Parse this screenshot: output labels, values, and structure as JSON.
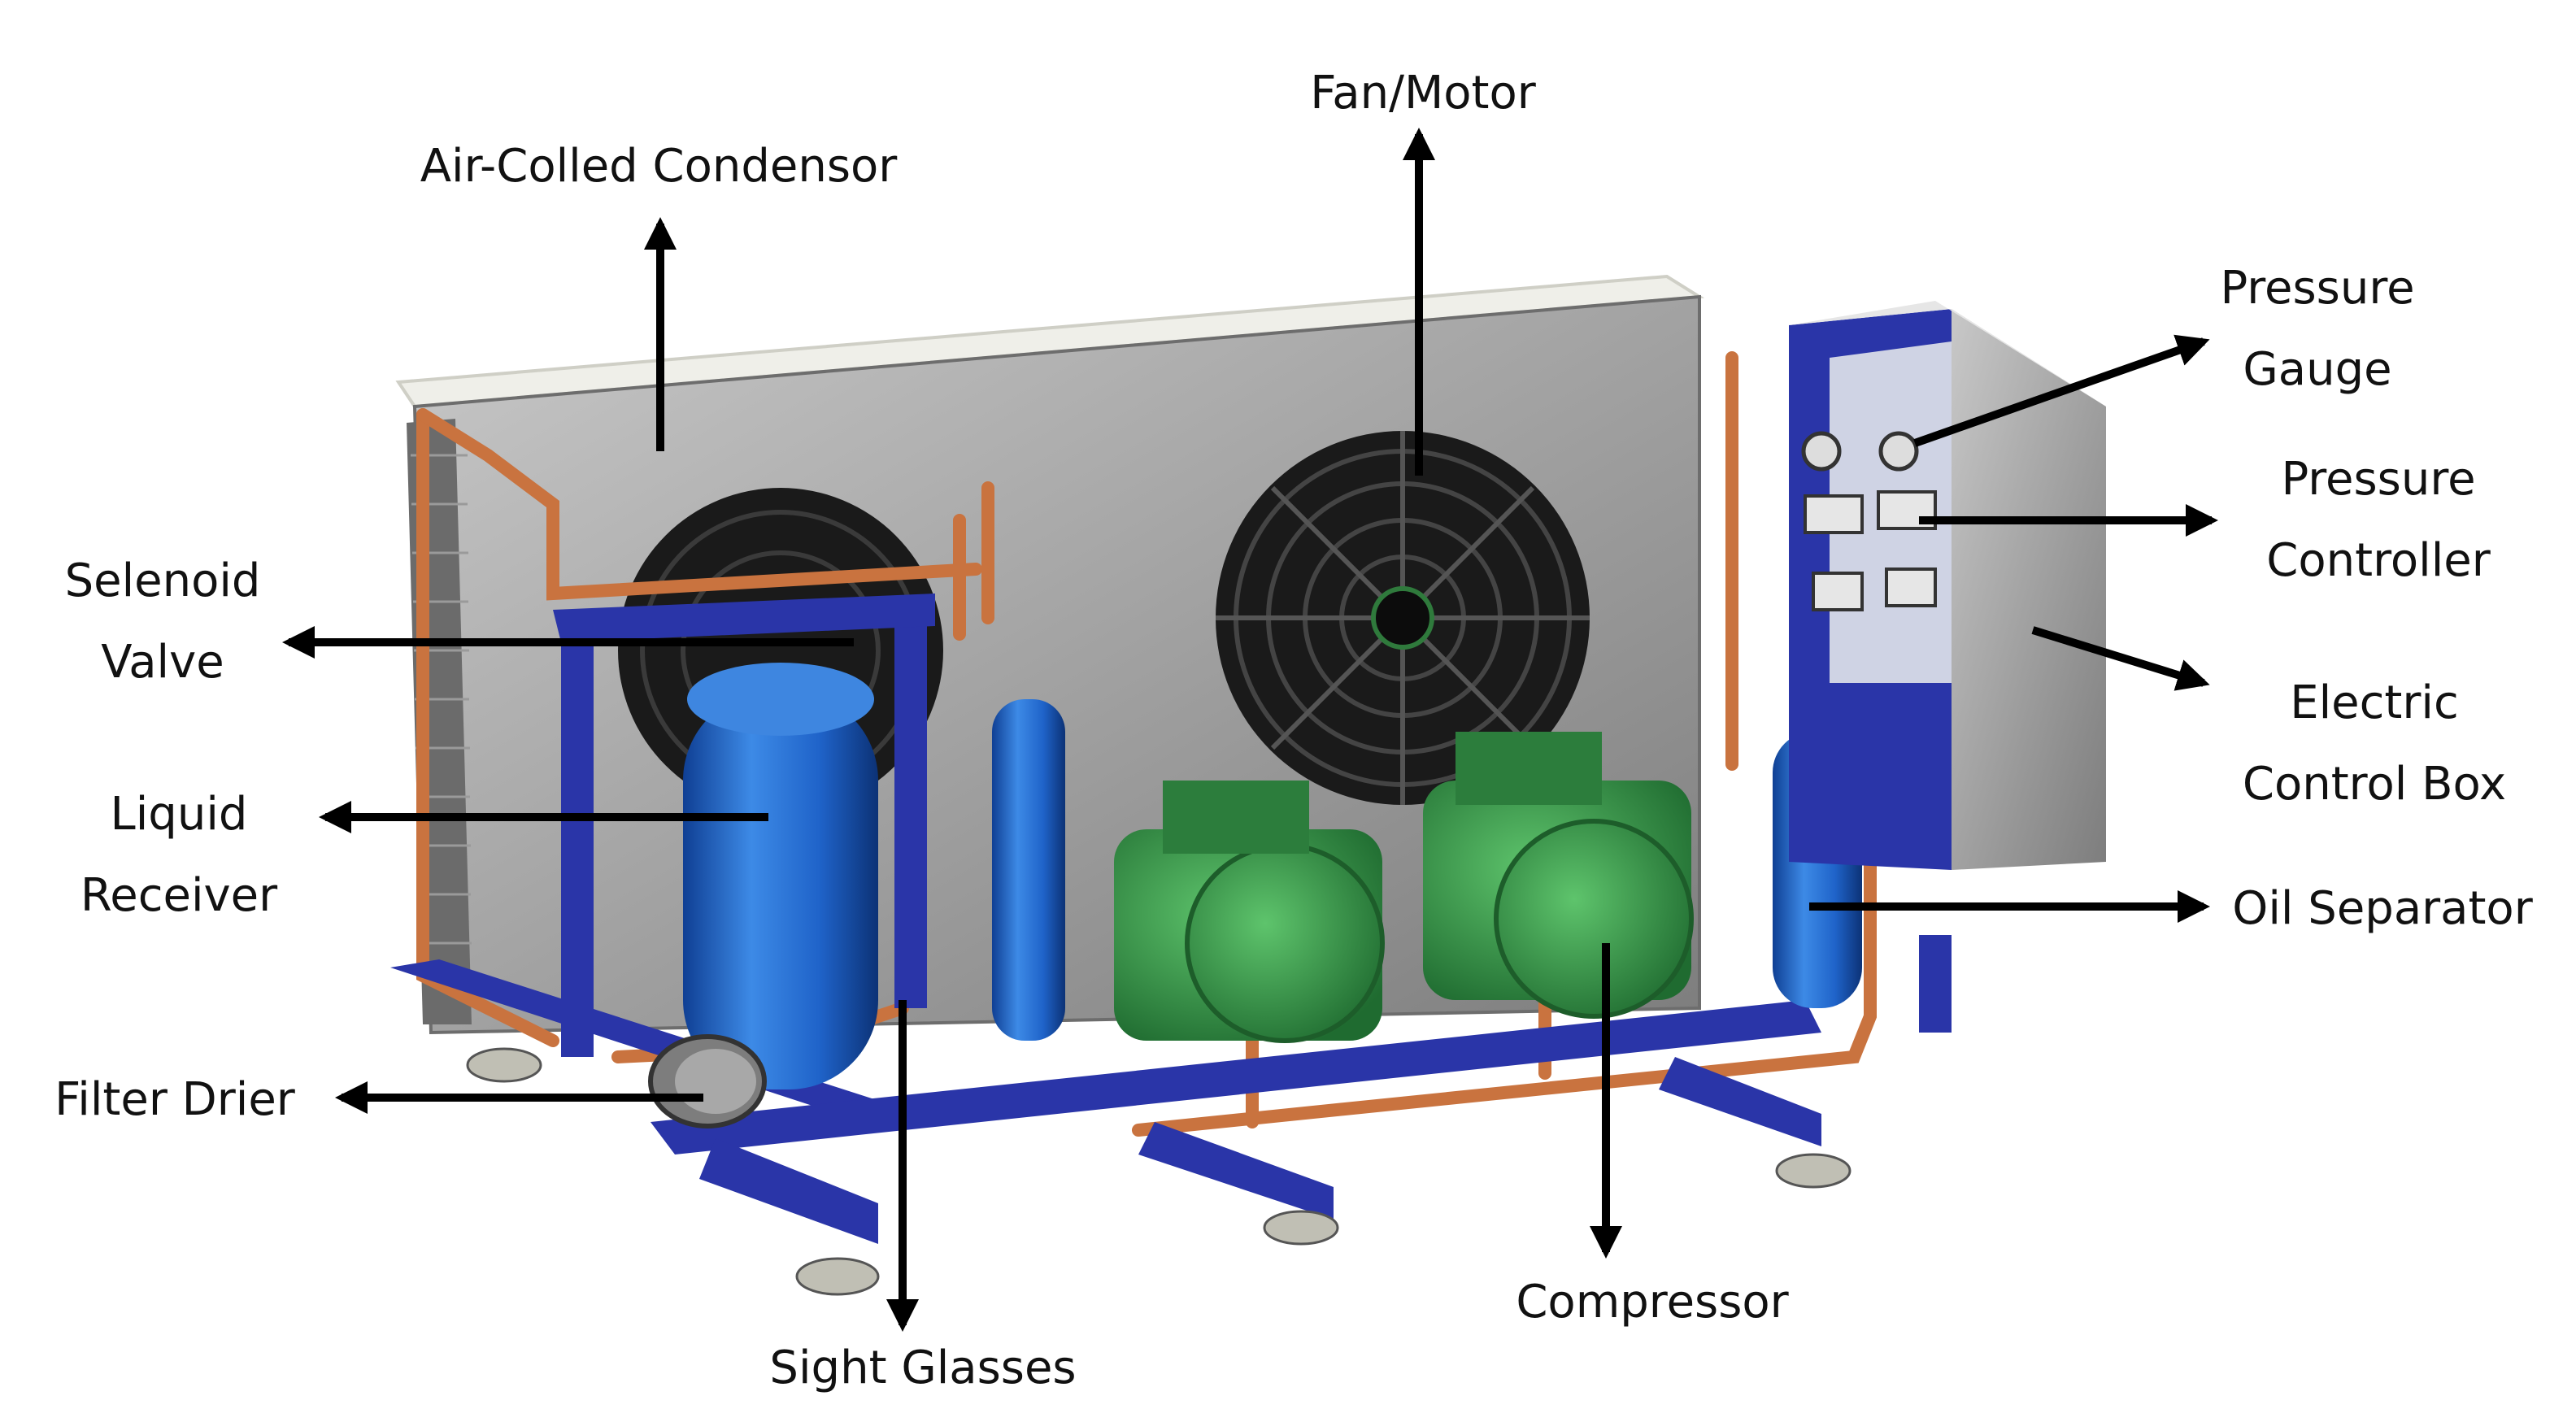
{
  "labels": {
    "condenser": "Air-Colled Condensor",
    "fan_motor": "Fan/Motor",
    "pressure_gauge": [
      "Pressure",
      "Gauge"
    ],
    "pressure_controller": [
      "Pressure",
      "Controller"
    ],
    "electric_control_box": [
      "Electric",
      "Control Box"
    ],
    "oil_separator": "Oil Separator",
    "selenoid_valve": [
      "Selenoid",
      "Valve"
    ],
    "liquid_receiver": [
      "Liquid",
      "Receiver"
    ],
    "filter_drier": "Filter Drier",
    "sight_glasses": "Sight Glasses",
    "compressor": "Compressor"
  },
  "colors": {
    "frame_blue": "#2a35a8",
    "tank_blue": "#1f63c9",
    "copper": "#c9733f",
    "compressor_green": "#3a9a4c",
    "panel_grey": "#9a9a9a",
    "fan_black": "#1a1a1a",
    "arrow": "#000000"
  }
}
